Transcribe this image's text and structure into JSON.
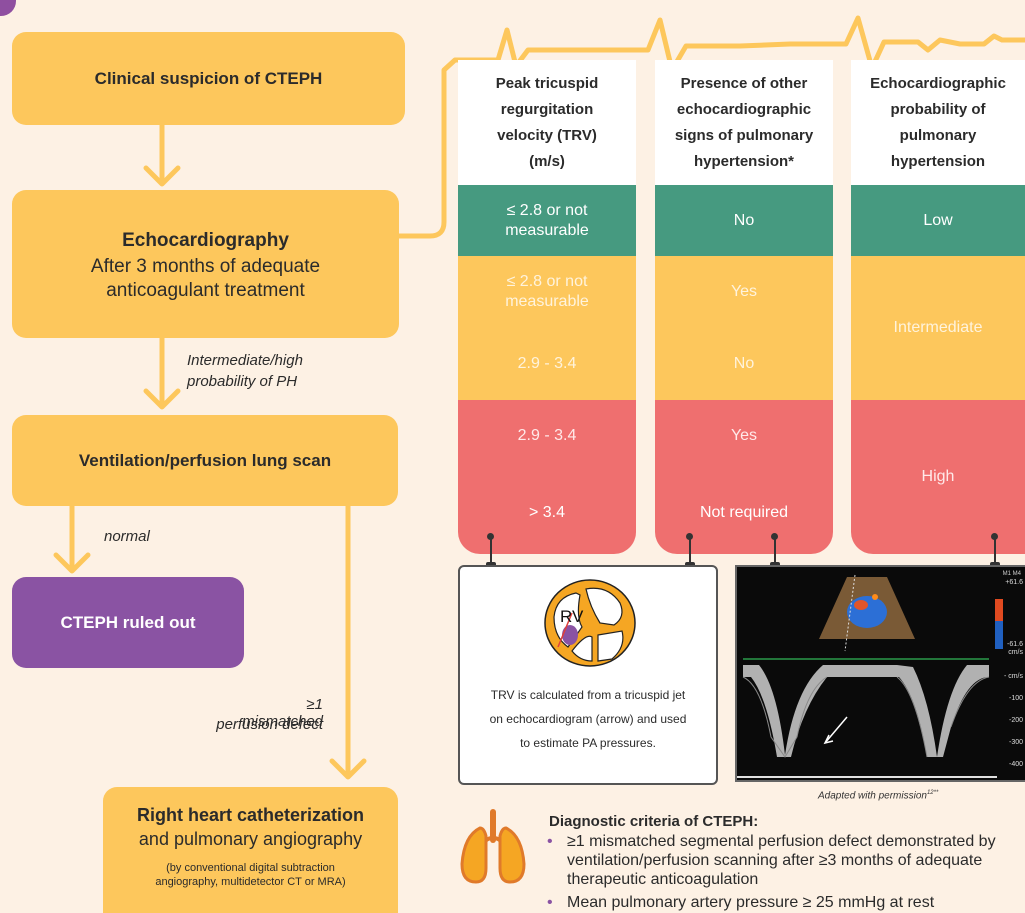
{
  "flow": {
    "step1": "Clinical suspicion of CTEPH",
    "step2_title": "Echocardiography",
    "step2_sub1": "After 3 months of adequate",
    "step2_sub2": "anticoagulant treatment",
    "edge2_l1": "Intermediate/high",
    "edge2_l2": "probability of PH",
    "step3": "Ventilation/perfusion lung scan",
    "edge_normal": "normal",
    "ruled_out": "CTEPH ruled out",
    "edge_mismatch_l1": "≥1 mismatched",
    "edge_mismatch_l2": "perfusion defect",
    "step4_title": "Right heart catheterization",
    "step4_sub": "and pulmonary angiography",
    "step4_note1": "(by conventional digital subtraction",
    "step4_note2": "angiography, multidetector CT or MRA)"
  },
  "table": {
    "headers": [
      "Peak tricuspid regurgitation velocity (TRV) (m/s)",
      "Presence of other echocardiographic signs of pulmonary hypertension*",
      "Echocardiographic probability of pulmonary hypertension"
    ],
    "col1": [
      "≤ 2.8 or not measurable",
      "≤ 2.8 or not measurable",
      "2.9 - 3.4",
      "2.9 - 3.4",
      "> 3.4"
    ],
    "col2": [
      "No",
      "Yes",
      "No",
      "Yes",
      "Not required"
    ],
    "col3": [
      "Low",
      "Intermediate",
      "High"
    ],
    "colors": {
      "green": "#469a80",
      "yellow": "#fdc75c",
      "red": "#ef6f6f"
    }
  },
  "heart_card": {
    "rv_label": "RV",
    "caption_l1": "TRV is calculated from a tricuspid jet",
    "caption_l2": "on echocardiogram (arrow) and used",
    "caption_l3": "to estimate PA pressures."
  },
  "echo_image": {
    "scale_top": "M1 M4",
    "scale_max": "+61.6",
    "scale_min": "-61.6",
    "scale_unit": "cm/s",
    "axis": [
      "- cm/s",
      "-100",
      "-200",
      "-300",
      "-400"
    ]
  },
  "credit": "Adapted with permission",
  "credit_sup": "12**",
  "criteria": {
    "title": "Diagnostic criteria of CTEPH:",
    "b1_l1": "≥1 mismatched segmental perfusion defect demonstrated by",
    "b1_l2": "ventilation/perfusion scanning after ≥3 months of adequate",
    "b1_l3": "therapeutic anticoagulation",
    "b2": "Mean pulmonary artery pressure ≥ 25 mmHg at rest",
    "icon": "lungs-icon"
  }
}
